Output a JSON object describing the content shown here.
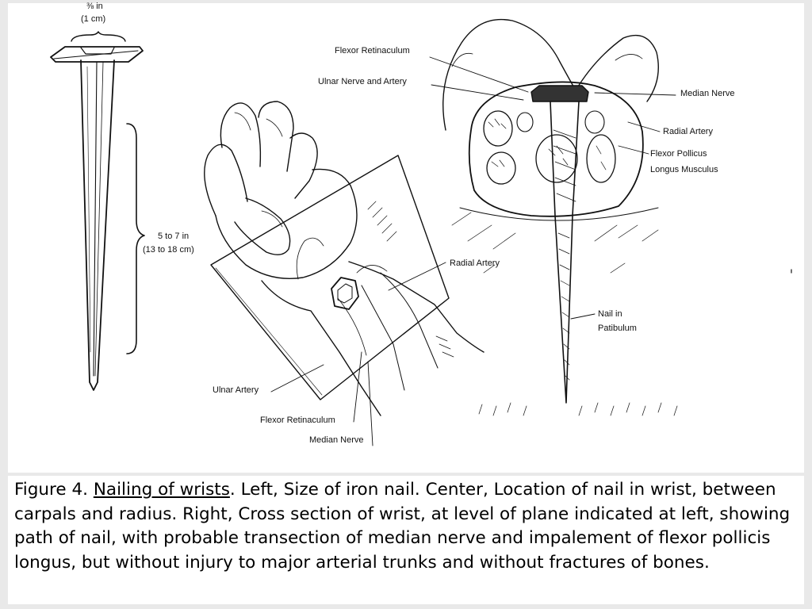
{
  "nail": {
    "head_size_line1": "⅜ in",
    "head_size_line2": "(1 cm)",
    "length_line1": "5 to 7 in",
    "length_line2": "(13 to 18 cm)"
  },
  "labels": {
    "flexor_retinaculum_top": "Flexor Retinaculum",
    "ulnar_nerve_artery": "Ulnar Nerve and Artery",
    "median_nerve_right": "Median Nerve",
    "radial_artery_right": "Radial Artery",
    "flexor_pollicus_line1": "Flexor Pollicus",
    "flexor_pollicus_line2": "Longus Musculus",
    "radial_artery_center": "Radial Artery",
    "nail_in_line1": "Nail in",
    "nail_in_line2": "Patibulum",
    "ulnar_artery": "Ulnar Artery",
    "flexor_retinaculum_bottom": "Flexor Retinaculum",
    "median_nerve_bottom": "Median Nerve"
  },
  "caption": {
    "prefix": "Figure 4. ",
    "title": "Nailing of wrists",
    "body": ". Left, Size of iron nail. Center, Location of nail in wrist, between carpals and radius. Right, Cross section of wrist, at level of plane indicated at left, showing path of nail, with probable transection of median nerve and impalement of flexor pollicis longus, but without injury to major arterial trunks and without fractures of bones."
  }
}
